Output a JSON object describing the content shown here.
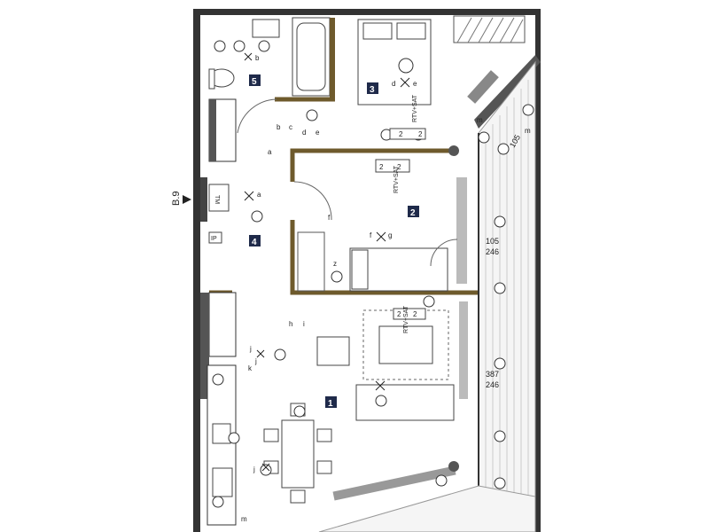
{
  "marker": {
    "label": "B.9"
  },
  "rooms": [
    {
      "id": "1",
      "label": "1"
    },
    {
      "id": "2",
      "label": "2"
    },
    {
      "id": "3",
      "label": "3"
    },
    {
      "id": "4",
      "label": "4"
    },
    {
      "id": "5",
      "label": "5"
    }
  ],
  "dimensions": {
    "d1_top": "105",
    "d1_bottom": "246",
    "d2_top": "387",
    "d2_bottom": "246"
  },
  "tv_labels": {
    "bedroom2": "RTV+SAT",
    "bedroom3": "RTV+SAT",
    "living": "RTV+SAT"
  },
  "socket_digit": "2",
  "switch_letters": {
    "b": "b",
    "c": "c",
    "d": "d",
    "e": "e",
    "a": "a",
    "f": "f",
    "g": "g",
    "h": "h",
    "i": "i",
    "j": "j",
    "k": "k",
    "m": "m",
    "z": "z"
  },
  "entry_labels": {
    "tm": "TM",
    "ip": "IP"
  },
  "colors": {
    "partition": "#6e5a2c",
    "badge": "#1f2a4a",
    "wall": "#333333"
  }
}
